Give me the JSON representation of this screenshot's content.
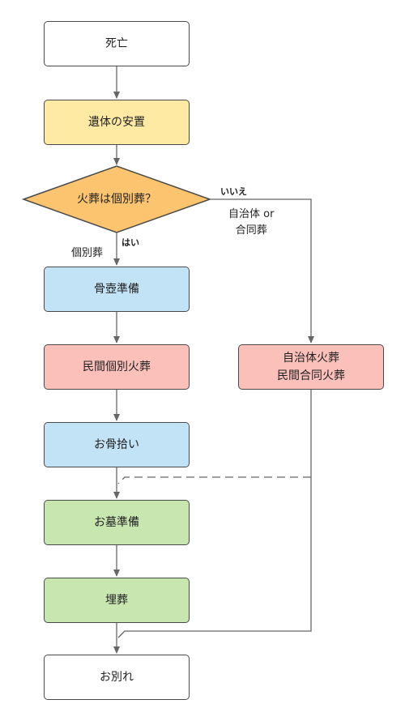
{
  "nodes": {
    "death": "死亡",
    "rest": "遺体の安置",
    "decision": "火葬は個別葬？",
    "urn": "骨壺準備",
    "private_cremation": "民間個別火葬",
    "bone_picking": "お骨拾い",
    "grave_prep": "お墓準備",
    "burial": "埋葬",
    "farewell": "お別れ",
    "public_line1": "自治体火葬",
    "public_line2": "民間合同火葬"
  },
  "edge_labels": {
    "no": "いいえ",
    "alt_line1": "自治体 or",
    "alt_line2": "合同葬",
    "yes": "はい",
    "individual": "個別葬"
  },
  "colors": {
    "white": "#ffffff",
    "yellow": "#ffeaa3",
    "decision_orange": "#fcc46e",
    "blue": "#c2e3f6",
    "red": "#fcc0bb",
    "green": "#c8e6b0",
    "stroke": "#4a4a4a",
    "connector": "#666666"
  }
}
